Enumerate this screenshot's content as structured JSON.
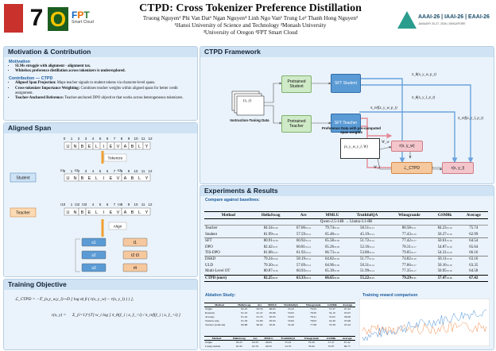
{
  "header": {
    "title": "CTPD: Cross Tokenizer Preference Distillation",
    "authors_line": "Truong Nguyen¹  Phi Van Dat¹  Ngan Nguyen⁴  Linh Ngo Van¹  Trung Le²  Thanh Hong Nguyen³",
    "affil_line1": "¹Hanoi University of Science and Technology  ²Monash University",
    "affil_line2": "³University of Oregon  ⁴FPT Smart Cloud",
    "fpt_sub": "Smart Cloud",
    "aaai_text": "AAAI-26 | IAAI-26 | EAAI-26",
    "aaai_sub": "JANUARY 20-27, 2026 | SINGAPORE"
  },
  "motivation": {
    "title": "Motivation & Contribution",
    "motivation_heading": "Motivation",
    "motivation_items": [
      "SLMs struggle with alignment - alignment tax.",
      "Whitebox preference distillation across tokenizers is underexplored."
    ],
    "contribution_heading": "Contribution — CTPD",
    "contribution_items": [
      {
        "bold": "Aligned Span Projection:",
        "text": " Maps teacher signals to student tokens via character-level spans."
      },
      {
        "bold": "Cross-tokenizer Importance Weighting:",
        "text": " Combines teacher weights within aligned spans for better credit assignment."
      },
      {
        "bold": "Teacher-Anchored Reference:",
        "text": " Teacher-anchored DPO objective that works across heterogeneous tokenizers."
      }
    ]
  },
  "aligned_span": {
    "title": "Aligned Span",
    "chars": [
      "U",
      "N",
      "B",
      "E",
      "L",
      "I",
      "E",
      "V",
      "A",
      "B",
      "L",
      "Y"
    ],
    "indices": [
      "0",
      "1",
      "2",
      "3",
      "4",
      "5",
      "6",
      "7",
      "8",
      "9",
      "10",
      "11",
      "12"
    ],
    "tokenize_label": "Tokenize",
    "student_label": "Student",
    "teacher_label": "Teacher",
    "student_tokens": [
      "UN",
      "BELIEV",
      "ABLY"
    ],
    "student_token_labels": [
      "s1",
      "s2",
      "s3"
    ],
    "teacher_tokens": [
      "UN",
      "B",
      "LIEV",
      "ABLY"
    ],
    "teacher_token_labels": [
      "t1",
      "t2",
      "t3",
      "t4"
    ],
    "align_label": "Align",
    "spans": [
      "s1",
      "t1",
      "s2",
      "t2 t3",
      "s3",
      "t4"
    ]
  },
  "objective": {
    "title": "Training Objective",
    "eq1": "ℒ_CTPD = −𝔼_(x,y_w,y_l)∼D [ log σ( β ( r(x, y_w) − r(x, y_l) ) ) ],",
    "eq2_lhs": "r(x, y) =",
    "eq2_rhs": "Σ_{i=1}^{T} w_i log [ π_θ(ŷ_i | x, ŷ_<i) / π_ref(ŷ_i | x, ŷ_<i) ]"
  },
  "framework": {
    "title": "CTPD Framework",
    "input": "(x, y)",
    "input_caption": "Instruction-Tuning Data",
    "pretrained_student": "Pretrained Student",
    "pretrained_teacher": "Pretrained Teacher",
    "sft_student": "SFT Student",
    "sft_teacher": "SFT Teacher",
    "preference_caption": "Preference Data with pre-computed span weights",
    "preference_tuple": "(x, y_w, y_l, W)",
    "ww": "W_w",
    "wl": "W_l",
    "r_label": "r(x, y_w)",
    "loss_label": "ℒ_CTPD",
    "rl_label": "r(x, y_l)",
    "pi_theta_w": "π_θ(x, y_w, p_t)",
    "pi_theta_l": "π_θ(x, y_l, p_t)",
    "pi_ref_w": "π_ref(x, y_w, p_t)",
    "pi_ref_l": "π_ref(x, y_l, p_t)"
  },
  "results": {
    "title": "Experiments & Results",
    "compare_caption": "Compare against baselines:",
    "ablation_caption": "Ablation Study:",
    "training_caption": "Training reward comparison",
    "columns": [
      "Method",
      "HellaSwag",
      "Arc",
      "MMLU",
      "TruthfulQA",
      "Winogrande",
      "GSM8k",
      "Average"
    ],
    "subheader": "Qwen-2.5-14B → Llama-3.1-8B",
    "rows": [
      {
        "m": "Teacher",
        "v": [
          "84.34±0.36",
          "67.06±0.14",
          "79.74±0.32",
          "58.51±0.15",
          "80.58±0.11",
          "84.23±0.18",
          "75.74"
        ],
        "sep": false
      },
      {
        "m": "Student",
        "v": [
          "81.99±0.36",
          "57.59±0.14",
          "65.48±0.37",
          "45.19±0.14",
          "77.43±0.19",
          "50.27±0.18",
          "62.99"
        ],
        "sep": false
      },
      {
        "m": "SFT",
        "v": [
          "80.91±0.39",
          "60.92±0.14",
          "65.58±0.38",
          "51.72±0.14",
          "77.42±0.17",
          "50.61±0.18",
          "64.54"
        ],
        "sep": true
      },
      {
        "m": "DPO",
        "v": [
          "82.42±0.37",
          "60.81±0.14",
          "65.26±0.38",
          "52.16±0.14",
          "78.31±0.17",
          "54.87±0.18",
          "65.64"
        ],
        "sep": false
      },
      {
        "m": "TIS-DPO",
        "v": [
          "81.08±0.37",
          "61.92±0.14",
          "66.73±0.38",
          "53.80±0.14",
          "79.05±0.17",
          "54.31±0.18",
          "66.16"
        ],
        "sep": false
      },
      {
        "m": "DSKD",
        "v": [
          "79.24±0.40",
          "58.19±0.14",
          "64.82±0.38",
          "51.77±0.14",
          "74.82±0.18",
          "50.11±0.18",
          "63.16"
        ],
        "sep": true
      },
      {
        "m": "ULD",
        "v": [
          "79.30±0.39",
          "57.69±0.14",
          "64.96±0.38",
          "50.31±0.14",
          "77.66±0.17",
          "50.16±0.18",
          "63.35"
        ],
        "sep": false
      },
      {
        "m": "Multi-Level OT",
        "v": [
          "80.87±0.39",
          "60.93±0.14",
          "65.39±0.38",
          "51.99±0.14",
          "77.35±0.17",
          "50.95±0.18",
          "64.58"
        ],
        "sep": false
      }
    ],
    "final_row": {
      "m": "CTPD (ours)",
      "v": [
        "82.25±0.37",
        "63.33±0.14",
        "66.65±0.38",
        "55.22±0.15",
        "79.29±0.11",
        "57.47±0.18",
        "67.42"
      ]
    },
    "ablation_columns": [
      "Method",
      "HellaSwag",
      "Arc",
      "MMLU",
      "TruthfulQA",
      "Winogrande",
      "GSM8k",
      "Average"
    ],
    "ablation_rows": [
      {
        "m": "Origin",
        "v": [
          "82.25",
          "63.33",
          "66.65",
          "55.22",
          "79.29",
          "57.47",
          "67.42"
        ]
      },
      {
        "m": "Random",
        "v": [
          "81.10",
          "61.47",
          "65.80",
          "53.05",
          "78.50",
          "54.10",
          "65.67"
        ]
      },
      {
        "m": "Average",
        "v": [
          "81.42",
          "61.53",
          "65.95",
          "53.63",
          "78.41",
          "55.02",
          "66.00"
        ]
      },
      {
        "m": "Student only",
        "v": [
          "81.29",
          "61.80",
          "65.93",
          "53.84",
          "78.63",
          "54.49",
          "65.99"
        ]
      },
      {
        "m": "Teacher (reduced)",
        "v": [
          "80.88",
          "60.92",
          "65.81",
          "52.49",
          "77.98",
          "53.38",
          "65.24"
        ]
      }
    ],
    "ablation2_rows": [
      {
        "m": "Origin",
        "v": [
          "82.25",
          "63.33",
          "66.65",
          "55.22",
          "79.29",
          "57.47",
          "67.42"
        ]
      },
      {
        "m": "Using student",
        "v": [
          "81.95",
          "62.76",
          "66.35",
          "54.70",
          "78.84",
          "55.87",
          "66.75"
        ]
      }
    ]
  },
  "colors": {
    "panel_bg": "#eaf3fb",
    "panel_title": "#cfe3f4",
    "student_green": "#cfeac7",
    "sft_blue": "#5b9bd5",
    "loss_orange": "#f6c89e",
    "reward_pink": "#f4c6cc",
    "chart_blue": "#4a90d9",
    "chart_orange": "#f08a4b"
  }
}
